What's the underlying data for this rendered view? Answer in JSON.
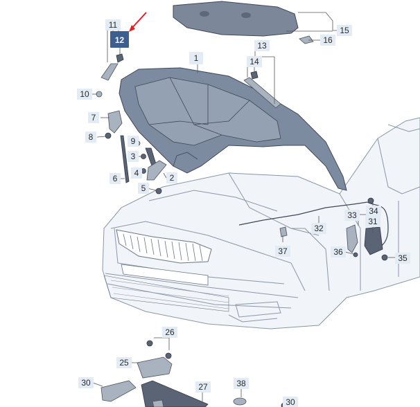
{
  "highlight": {
    "label": "12",
    "box_color": "#3d5f8f",
    "arrow_color": "#e21f26"
  },
  "labels": [
    {
      "id": "1",
      "text": "1"
    },
    {
      "id": "2",
      "text": "2"
    },
    {
      "id": "3",
      "text": "3"
    },
    {
      "id": "4",
      "text": "4"
    },
    {
      "id": "5",
      "text": "5"
    },
    {
      "id": "6",
      "text": "6"
    },
    {
      "id": "7",
      "text": "7"
    },
    {
      "id": "8",
      "text": "8"
    },
    {
      "id": "9",
      "text": "9"
    },
    {
      "id": "10",
      "text": "10"
    },
    {
      "id": "11",
      "text": "11"
    },
    {
      "id": "13",
      "text": "13"
    },
    {
      "id": "14",
      "text": "14"
    },
    {
      "id": "15",
      "text": "15"
    },
    {
      "id": "16",
      "text": "16"
    },
    {
      "id": "25",
      "text": "25"
    },
    {
      "id": "26",
      "text": "26"
    },
    {
      "id": "27",
      "text": "27"
    },
    {
      "id": "30a",
      "text": "30"
    },
    {
      "id": "30b",
      "text": "30"
    },
    {
      "id": "31",
      "text": "31"
    },
    {
      "id": "32",
      "text": "32"
    },
    {
      "id": "33",
      "text": "33"
    },
    {
      "id": "34",
      "text": "34"
    },
    {
      "id": "35",
      "text": "35"
    },
    {
      "id": "36",
      "text": "36"
    },
    {
      "id": "37",
      "text": "37"
    },
    {
      "id": "38",
      "text": "38"
    }
  ],
  "colors": {
    "label_bg": "#e3ebf4",
    "hood": "#7d8ba0",
    "insulation": "#7c8899",
    "car_body": "#f1f4f8"
  }
}
